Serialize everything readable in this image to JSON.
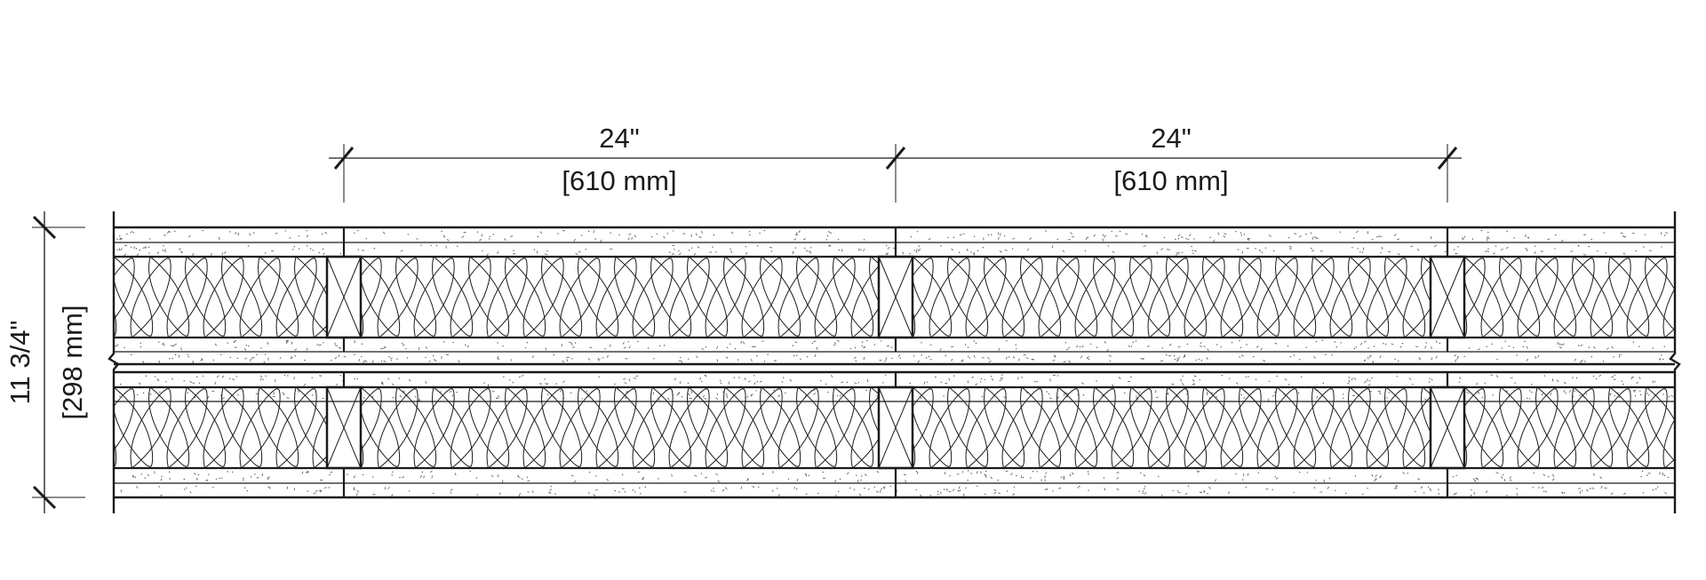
{
  "dimensions": {
    "spacing_1": {
      "imperial": "24\"",
      "metric": "[610 mm]"
    },
    "spacing_2": {
      "imperial": "24\"",
      "metric": "[610 mm]"
    },
    "thickness": {
      "imperial": "11 3/4\"",
      "metric": "[298 mm]"
    }
  },
  "colors": {
    "line": "#1a1a1a",
    "background": "#ffffff",
    "board_speckle": "#555555"
  },
  "assembly": {
    "walls": 2,
    "studs_per_wall": 3,
    "layers_per_wall": [
      "gypsum-board",
      "gypsum-board",
      "batt-insulation",
      "gypsum-board",
      "gypsum-board"
    ]
  }
}
